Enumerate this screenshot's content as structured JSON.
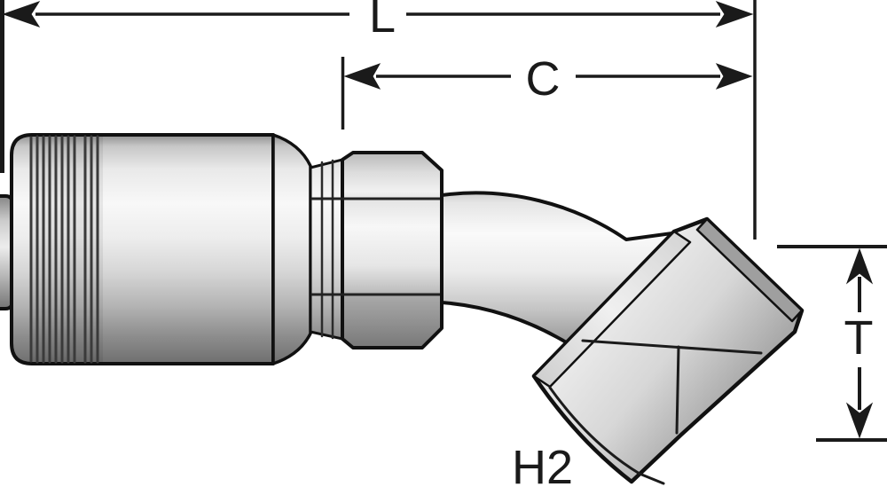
{
  "diagram": {
    "labels": {
      "length_overall": "L",
      "cutoff_length": "C",
      "thread_dim": "T",
      "hex_size": "H2"
    },
    "colors": {
      "line": "#1a1a1a",
      "background": "#ffffff",
      "metal_highlight": "#fafafa",
      "metal_mid": "#c4c4c4",
      "metal_shadow": "#6f6f6f"
    }
  }
}
